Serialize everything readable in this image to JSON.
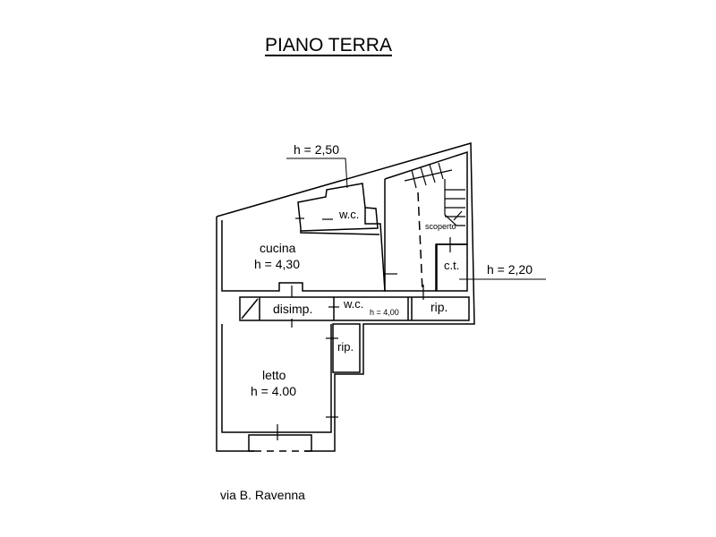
{
  "title": "PIANO TERRA",
  "street": "via B. Ravenna",
  "heights": {
    "upper_wc": "h = 2,50",
    "ct_area": "h = 2,20"
  },
  "rooms": {
    "wc_upper": "w.c.",
    "cucina": "cucina",
    "cucina_h": "h = 4,30",
    "scoperto": "scoperto",
    "ct": "c.t.",
    "disimp": "disimp.",
    "wc_lower": "w.c.",
    "wc_lower_h": "h = 4,00",
    "rip_right": "rip.",
    "rip_small": "rip.",
    "letto": "letto",
    "letto_h": "h = 4.00"
  }
}
